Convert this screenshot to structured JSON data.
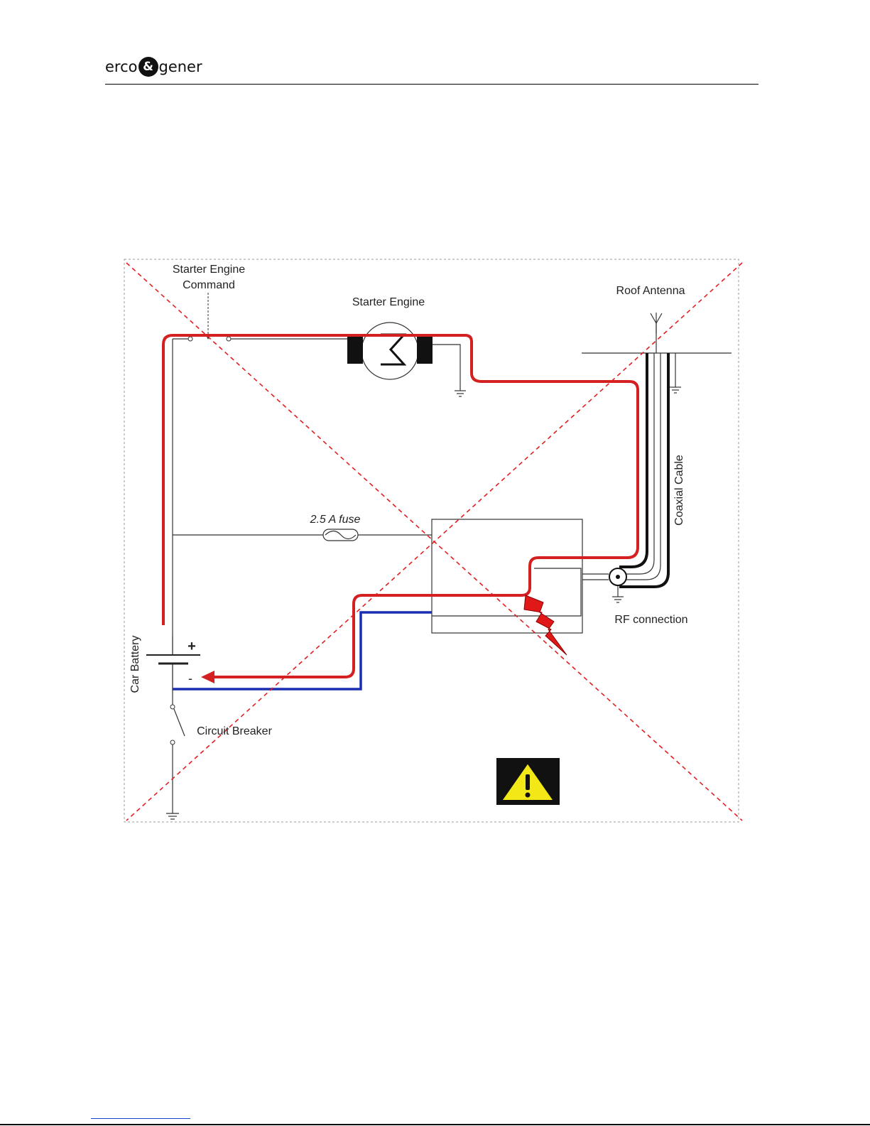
{
  "header": {
    "logo_left": "erco",
    "logo_amp": "&",
    "logo_right": "gener"
  },
  "labels": {
    "starter_cmd_line1": "Starter Engine",
    "starter_cmd_line2": "Command",
    "starter_engine": "Starter Engine",
    "roof_antenna": "Roof Antenna",
    "coaxial_cable": "Coaxial Cable",
    "fuse": "2.5 A fuse",
    "rf_connection": "RF connection",
    "car_battery": "Car Battery",
    "circuit_breaker": "Circuit Breaker",
    "battery_plus": "+",
    "battery_minus": "-"
  },
  "colors": {
    "positive_wire": "#d42020",
    "negative_wire": "#1a2fb0",
    "cross_out": "#e02020",
    "warning_bg": "#111111",
    "warning_triangle": "#f2e818"
  },
  "icons": [
    "warning-icon",
    "lightning-icon",
    "ground-icon",
    "antenna-icon",
    "fuse-icon",
    "motor-icon"
  ]
}
